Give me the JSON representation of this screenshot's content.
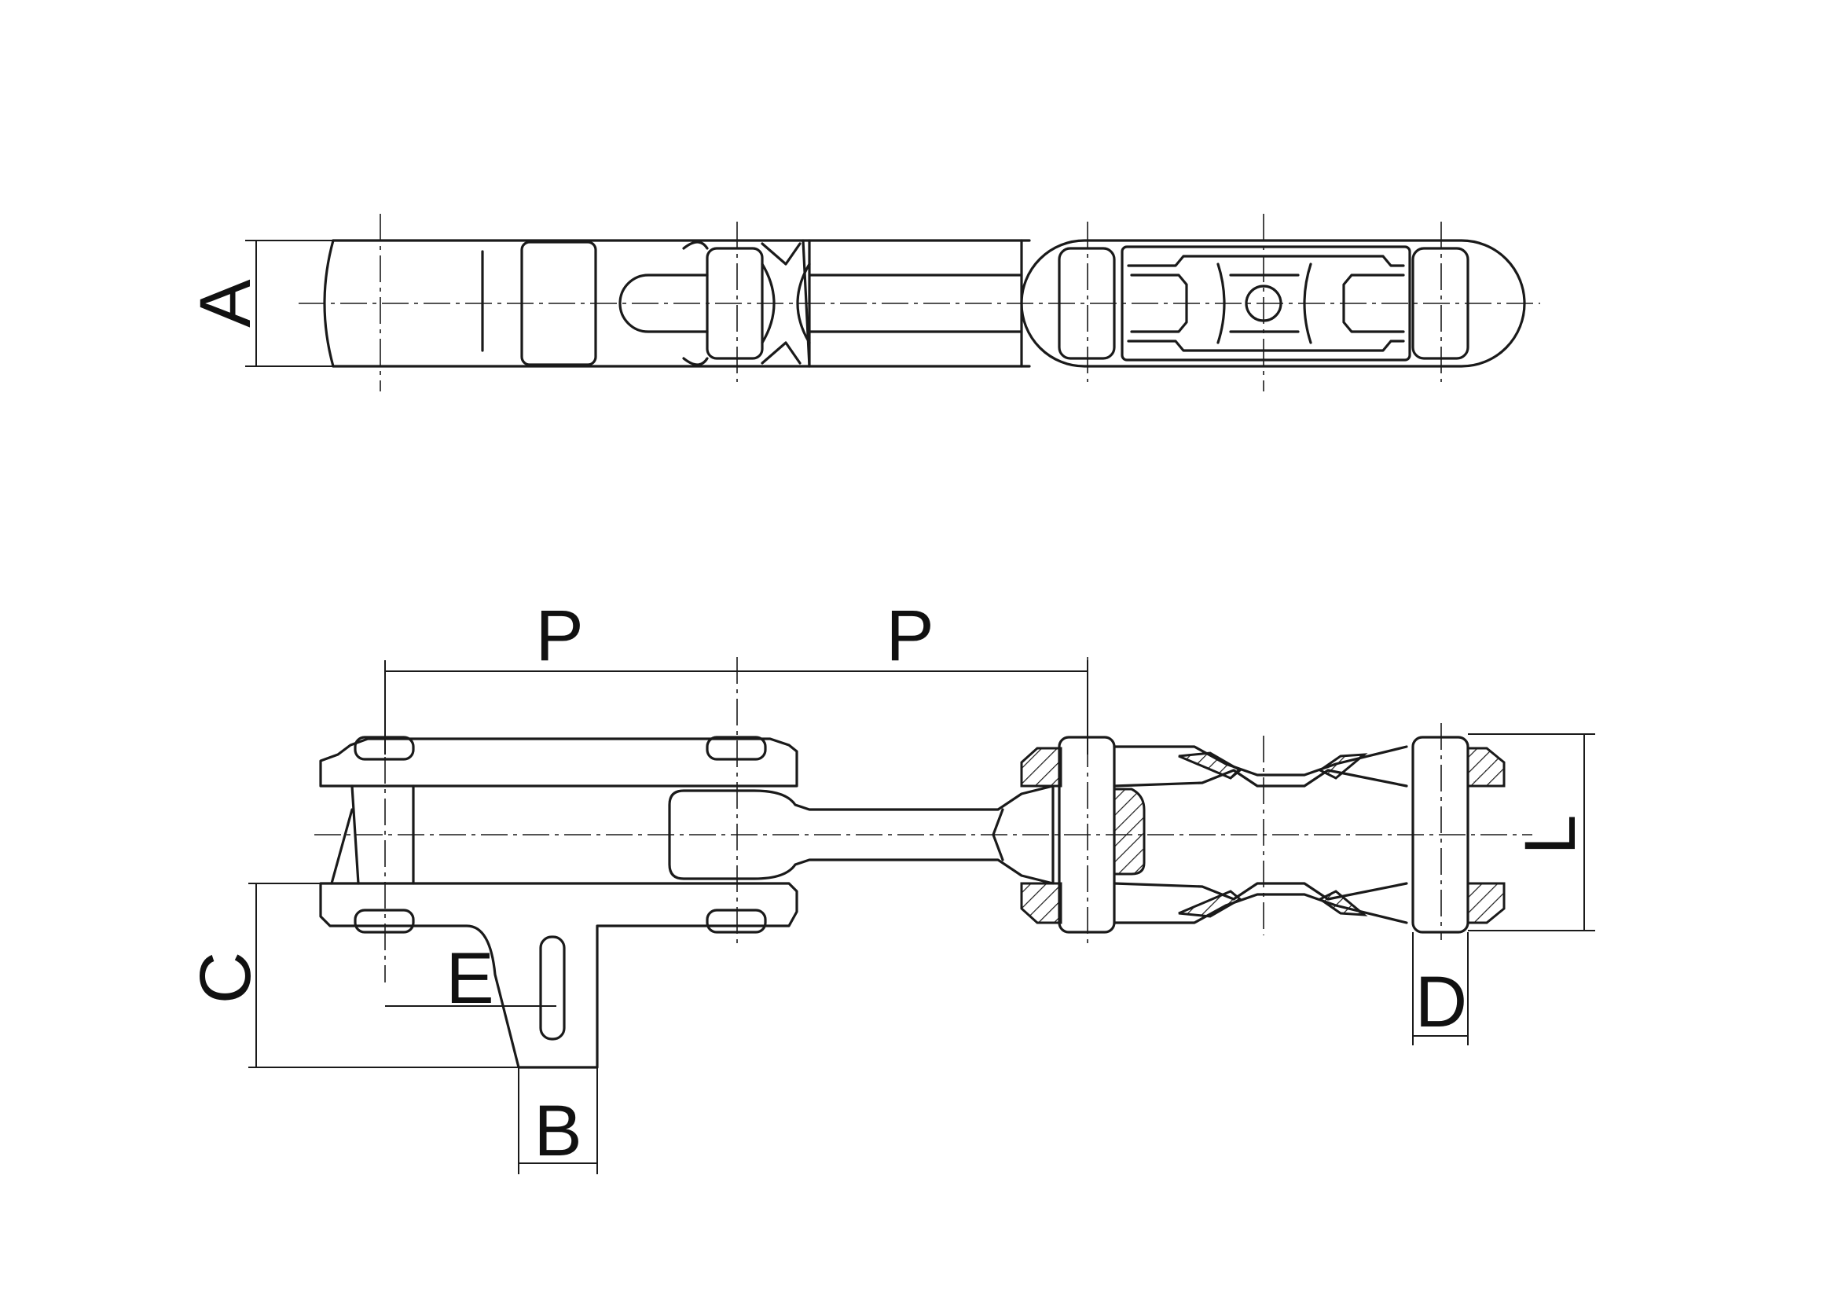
{
  "dimension_labels": {
    "A": "A",
    "P1": "P",
    "P2": "P",
    "L": "L",
    "C": "C",
    "E": "E",
    "D": "D",
    "B": "B"
  },
  "colors": {
    "line": "#1a1a1a",
    "background": "#ffffff"
  }
}
